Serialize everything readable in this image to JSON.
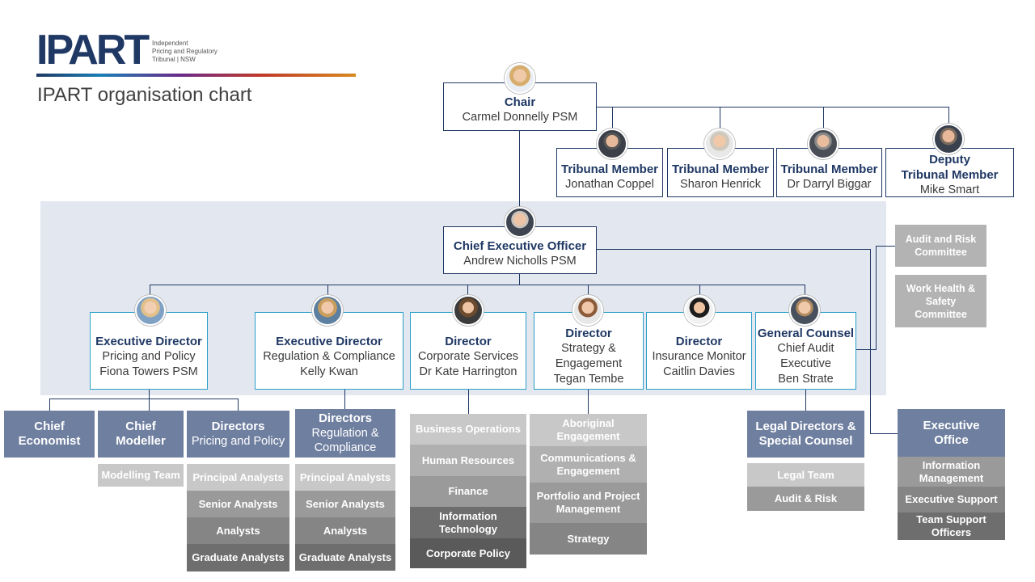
{
  "logo": {
    "wordmark": "IPART",
    "sub_lines": [
      "Independent",
      "Pricing and Regulatory",
      "Tribunal | NSW"
    ]
  },
  "page_title": "IPART organisation chart",
  "colors": {
    "navy": "#1f3864",
    "teal": "#2a9fc9",
    "band": "#e3e7ef",
    "slate": "#6f7fa0"
  },
  "chair": {
    "title": "Chair",
    "name": "Carmel Donnelly PSM"
  },
  "tribunal": [
    {
      "title": "Tribunal Member",
      "name": "Jonathan Coppel"
    },
    {
      "title": "Tribunal Member",
      "name": "Sharon Henrick"
    },
    {
      "title": "Tribunal Member",
      "name": "Dr Darryl Biggar"
    },
    {
      "title_1": "Deputy",
      "title_2": "Tribunal Member",
      "name": "Mike Smart"
    }
  ],
  "ceo": {
    "title": "Chief Executive Officer",
    "name": "Andrew Nicholls PSM"
  },
  "committees": [
    {
      "line_1": "Audit and Risk",
      "line_2": "Committee"
    },
    {
      "line_1": "Work Health &",
      "line_2": "Safety",
      "line_3": "Committee"
    }
  ],
  "executives": [
    {
      "title": "Executive Director",
      "line_1": "Pricing and Policy",
      "line_2": "Fiona Towers PSM"
    },
    {
      "title": "Executive Director",
      "line_1": "Regulation & Compliance",
      "line_2": "Kelly Kwan"
    },
    {
      "title": "Director",
      "line_1": "Corporate Services",
      "line_2": "Dr Kate Harrington"
    },
    {
      "title": "Director",
      "line_1": "Strategy &",
      "line_2": "Engagement",
      "line_3": "Tegan Tembe"
    },
    {
      "title": "Director",
      "line_1": "Insurance Monitor",
      "line_2": "Caitlin Davies"
    },
    {
      "title": "General Counsel",
      "line_1": "Chief Audit",
      "line_2": "Executive",
      "line_3": "Ben Strate"
    }
  ],
  "pricing": {
    "chief_economist": [
      "Chief",
      "Economist"
    ],
    "chief_modeller": [
      "Chief",
      "Modeller"
    ],
    "modelling_team": "Modelling Team",
    "directors": {
      "title": "Directors",
      "sub": "Pricing and Policy"
    },
    "teams": [
      "Principal Analysts",
      "Senior Analysts",
      "Analysts",
      "Graduate Analysts"
    ]
  },
  "regulation": {
    "directors": {
      "title": "Directors",
      "sub_1": "Regulation  &",
      "sub_2": "Compliance"
    },
    "teams": [
      "Principal Analysts",
      "Senior Analysts",
      "Analysts",
      "Graduate Analysts"
    ]
  },
  "corporate": {
    "teams": [
      {
        "line_1": "Business Operations"
      },
      {
        "line_1": "Human  Resources"
      },
      {
        "line_1": "Finance"
      },
      {
        "line_1": "Information",
        "line_2": "Technology"
      },
      {
        "line_1": "Corporate Policy"
      }
    ]
  },
  "strategy": {
    "teams": [
      {
        "line_1": "Aboriginal",
        "line_2": "Engagement"
      },
      {
        "line_1": "Communications &",
        "line_2": "Engagement"
      },
      {
        "line_1": "Portfolio and Project",
        "line_2": "Management"
      },
      {
        "line_1": "Strategy"
      }
    ]
  },
  "legal": {
    "directors": {
      "line_1": "Legal Directors  &",
      "line_2": "Special  Counsel"
    },
    "teams": [
      "Legal Team",
      "Audit & Risk"
    ]
  },
  "exec_office": {
    "title_1": "Executive",
    "title_2": "Office",
    "teams": [
      {
        "line_1": "Information",
        "line_2": "Management"
      },
      {
        "line_1": "Executive Support"
      },
      {
        "line_1": "Team Support",
        "line_2": "Officers"
      }
    ]
  }
}
